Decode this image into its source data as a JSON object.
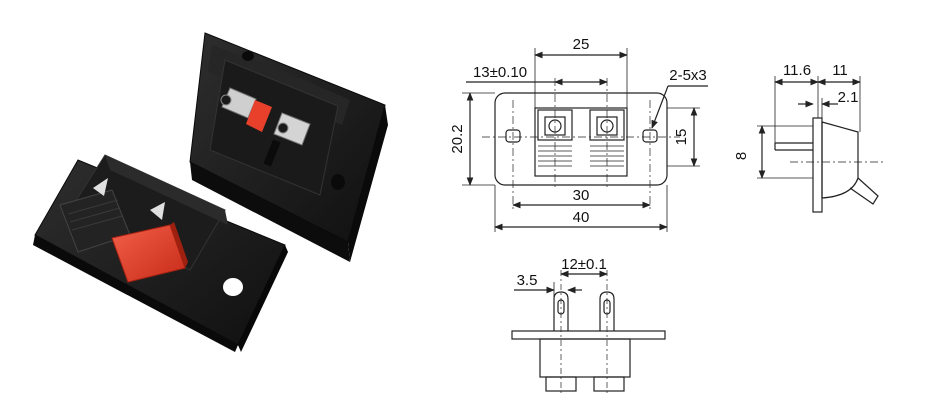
{
  "colors": {
    "housing": "#1e1e1e",
    "housing_dark": "#0c0c0c",
    "clip_red": "#e8402a",
    "metal": "#c9c9c9",
    "line": "#222222"
  },
  "photos": {
    "front_view": "black speaker terminal housing with red and black spring clips",
    "rear_view": "back of housing showing two solder tabs"
  },
  "front_drawing": {
    "width_total": "40",
    "hole_spacing": "30",
    "terminal_span": "25",
    "terminal_pitch": "13±0.10",
    "height": "20.2",
    "inner_height": "15",
    "mount_slot": "2-5x3"
  },
  "side_drawing": {
    "depth_1": "11.6",
    "depth_2": "11",
    "flange": "2.1",
    "pin_offset": "8"
  },
  "bottom_drawing": {
    "pin_spacing": "12±0.1",
    "pin_width": "3.5"
  }
}
